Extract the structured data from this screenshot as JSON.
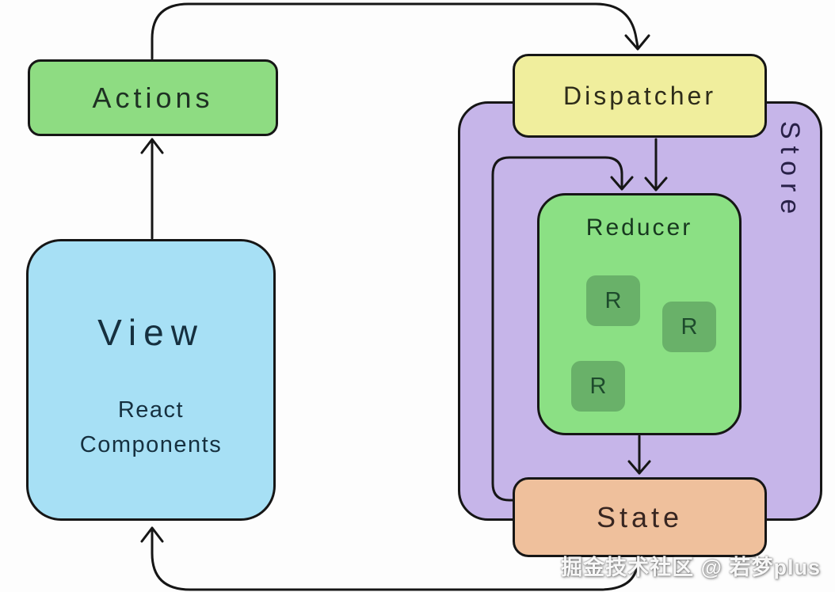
{
  "diagram": {
    "nodes": {
      "actions": {
        "label": "Actions",
        "fill": "#8edc82"
      },
      "view": {
        "title": "View",
        "subtitle": "React Components",
        "fill": "#a7e0f5"
      },
      "dispatcher": {
        "label": "Dispatcher",
        "fill": "#f0ee9d"
      },
      "store": {
        "label": "Store",
        "fill": "#c6b5e9"
      },
      "reducer": {
        "label": "Reducer",
        "fill": "#8be084",
        "badges": [
          "R",
          "R",
          "R"
        ],
        "badge_fill": "#69b169"
      },
      "state": {
        "label": "State",
        "fill": "#efc09c"
      }
    },
    "edges": [
      {
        "from": "view",
        "to": "actions"
      },
      {
        "from": "actions",
        "to": "dispatcher"
      },
      {
        "from": "dispatcher",
        "to": "reducer"
      },
      {
        "from": "state",
        "to": "reducer"
      },
      {
        "from": "reducer",
        "to": "state"
      },
      {
        "from": "state",
        "to": "view"
      }
    ],
    "watermark": "掘金技术社区 @ 若梦plus",
    "colors": {
      "line": "#161616",
      "background": "#fdfdfd"
    }
  }
}
